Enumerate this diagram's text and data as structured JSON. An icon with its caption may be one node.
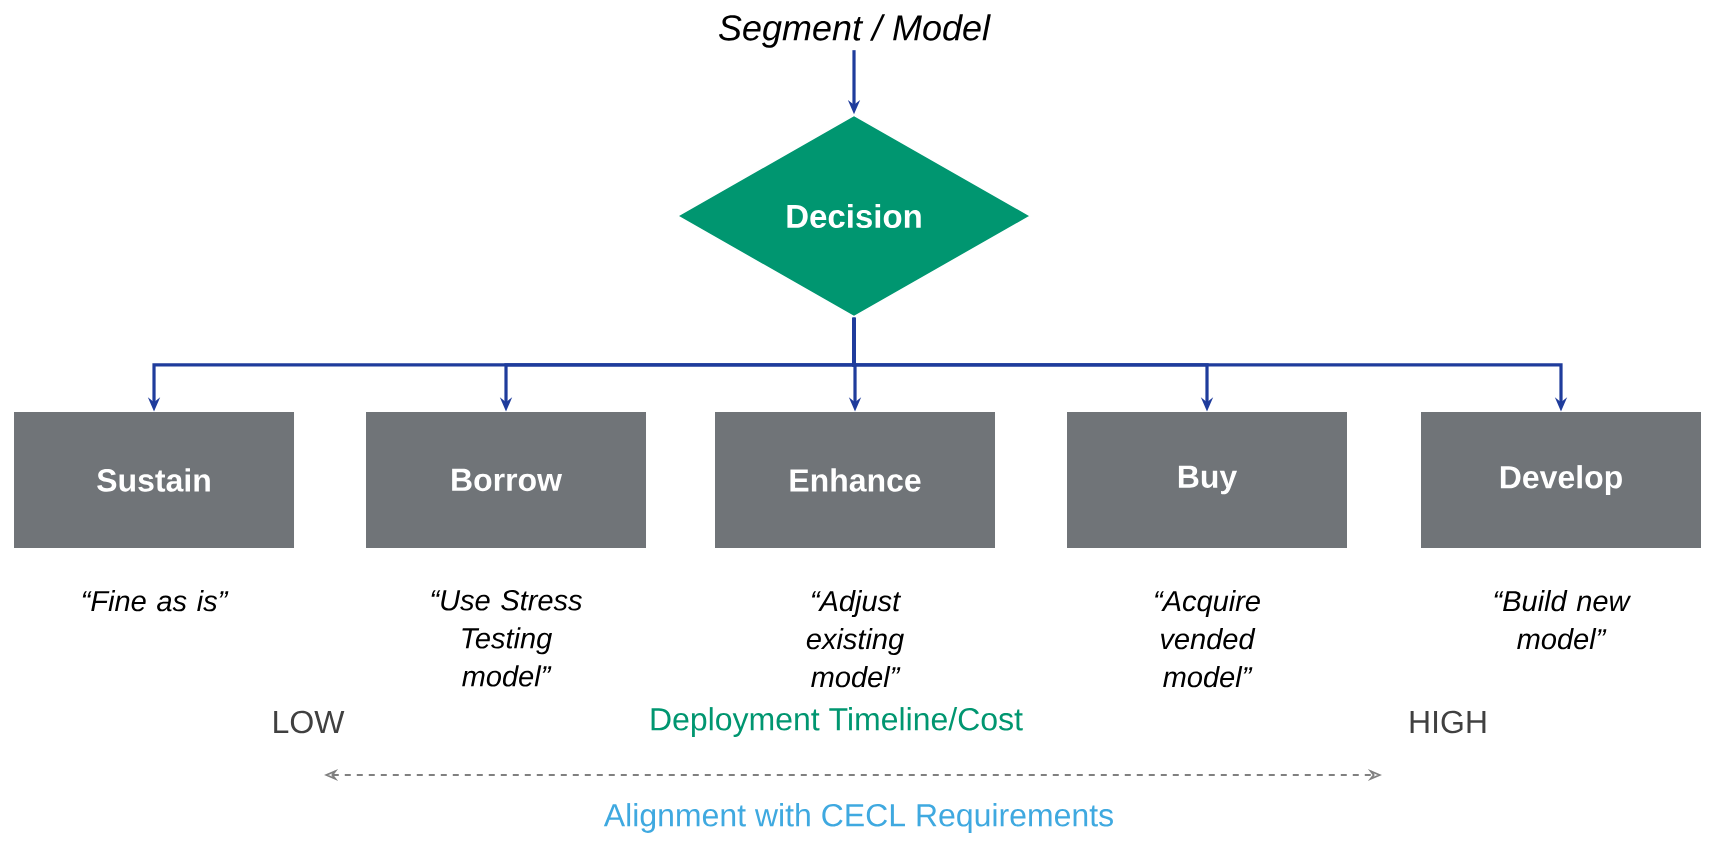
{
  "diagram": {
    "nodes": [
      {
        "text": [
          "Segment / Model"
        ]
      },
      {
        "text": [
          "Decision"
        ]
      },
      {
        "text": [
          "Sustain"
        ],
        "beside": [
          "“Fine as is”"
        ]
      },
      {
        "text": [
          "Borrow"
        ],
        "beside": [
          "“Use Stress Testing model”"
        ]
      },
      {
        "text": [
          "Enhance"
        ],
        "beside": [
          "“Adjust existing model”"
        ]
      },
      {
        "text": [
          "Buy"
        ],
        "beside": [
          "“Acquire vended model”"
        ]
      },
      {
        "text": [
          "Develop"
        ],
        "beside": [
          "“Build new model”"
        ]
      }
    ],
    "edges": [
      {
        "from": 0,
        "to": 1,
        "arrow": "to"
      },
      {
        "from": 1,
        "to": 2,
        "arrow": "to"
      },
      {
        "from": 1,
        "to": 3,
        "arrow": "to"
      },
      {
        "from": 1,
        "to": 4,
        "arrow": "to"
      },
      {
        "from": 1,
        "to": 5,
        "arrow": "to"
      },
      {
        "from": 1,
        "to": 6,
        "arrow": "to"
      }
    ],
    "labels": [
      "LOW",
      "Deployment Timeline/Cost",
      "HIGH",
      "Alignment with CECL Requirements"
    ]
  }
}
